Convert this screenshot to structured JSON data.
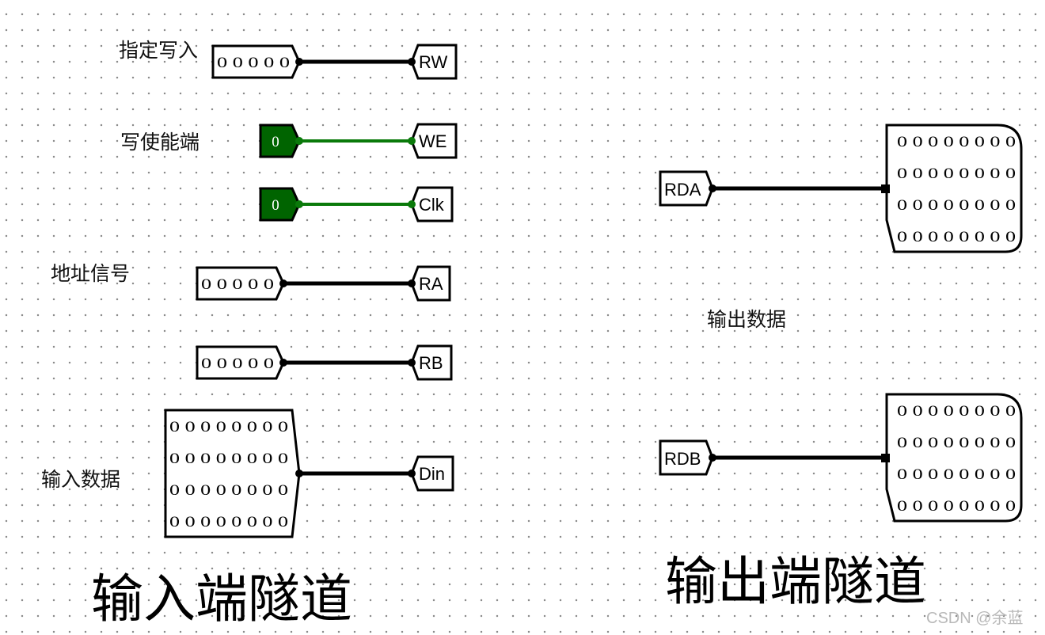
{
  "labels": {
    "write_addr": "指定写入",
    "write_enable": "写使能端",
    "address": "地址信号",
    "input_data": "输入数据",
    "output_data": "输出数据",
    "input_tunnels": "输入端隧道",
    "output_tunnels": "输出端隧道"
  },
  "pins": {
    "rw": "0 0 0 0 0",
    "we": "0",
    "clk": "0",
    "ra": "0 0 0 0 0",
    "rb": "0 0 0 0 0"
  },
  "din_rows": [
    "0 0 0 0 0 0 0 0",
    "0 0 0 0 0 0 0 0",
    "0 0 0 0 0 0 0 0",
    "0 0 0 0 0 0 0 0"
  ],
  "rda_rows": [
    "0 0 0 0 0 0 0 0",
    "0 0 0 0 0 0 0 0",
    "0 0 0 0 0 0 0 0",
    "0 0 0 0 0 0 0 0"
  ],
  "rdb_rows": [
    "0 0 0 0 0 0 0 0",
    "0 0 0 0 0 0 0 0",
    "0 0 0 0 0 0 0 0",
    "0 0 0 0 0 0 0 0"
  ],
  "tunnels": {
    "rw": "RW",
    "we": "WE",
    "clk": "Clk",
    "ra": "RA",
    "rb": "RB",
    "din": "Din",
    "rda": "RDA",
    "rdb": "RDB"
  },
  "colors": {
    "wire": "#000000",
    "active_wire": "#0a7a0a",
    "pin_fill": "#006400"
  },
  "watermark": "CSDN @余蓝"
}
